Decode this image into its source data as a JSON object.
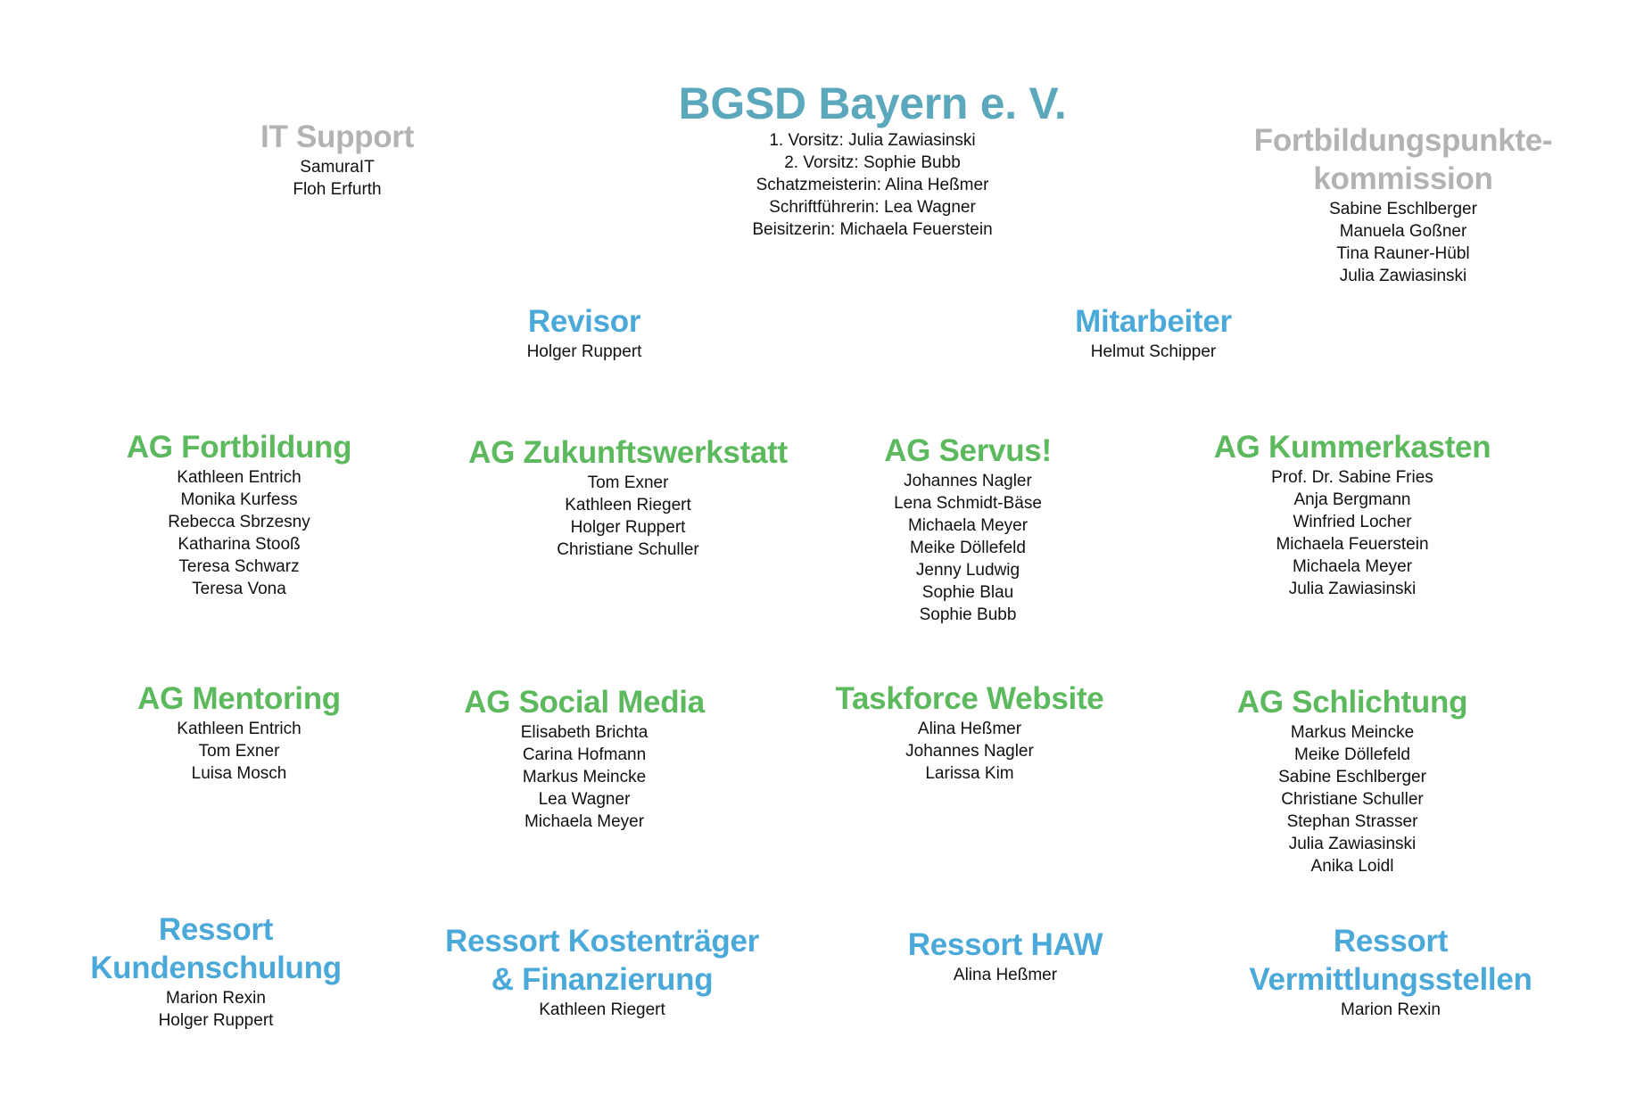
{
  "colors": {
    "teal": "#5ba8bd",
    "blue": "#4ba9d9",
    "green": "#5db95e",
    "gray": "#b3b3b3"
  },
  "groups": [
    {
      "id": "bgsd",
      "title": "BGSD Bayern e. V.",
      "color": "teal",
      "members": [
        "1. Vorsitz: Julia Zawiasinski",
        "2. Vorsitz: Sophie Bubb",
        "Schatzmeisterin: Alina Heßmer",
        "Schriftführerin: Lea Wagner",
        "Beisitzerin: Michaela Feuerstein"
      ]
    },
    {
      "id": "it-support",
      "title": "IT Support",
      "color": "gray",
      "members": [
        "SamuraIT",
        "Floh Erfurth"
      ]
    },
    {
      "id": "fortbildungspunktekommission",
      "title": "Fortbildungspunkte-\nkommission",
      "color": "gray",
      "members": [
        "Sabine Eschlberger",
        "Manuela Goßner",
        "Tina Rauner-Hübl",
        "Julia Zawiasinski"
      ]
    },
    {
      "id": "revisor",
      "title": "Revisor",
      "color": "blue",
      "members": [
        "Holger Ruppert"
      ]
    },
    {
      "id": "mitarbeiter",
      "title": "Mitarbeiter",
      "color": "blue",
      "members": [
        "Helmut Schipper"
      ]
    },
    {
      "id": "ag-fortbildung",
      "title": "AG Fortbildung",
      "color": "green",
      "members": [
        "Kathleen Entrich",
        "Monika Kurfess",
        "Rebecca Sbrzesny",
        "Katharina Stooß",
        "Teresa Schwarz",
        "Teresa Vona"
      ]
    },
    {
      "id": "ag-zukunftswerkstatt",
      "title": "AG Zukunftswerkstatt",
      "color": "green",
      "members": [
        "Tom Exner",
        "Kathleen Riegert",
        "Holger Ruppert",
        "Christiane Schuller"
      ]
    },
    {
      "id": "ag-servus",
      "title": "AG Servus!",
      "color": "green",
      "members": [
        "Johannes Nagler",
        "Lena Schmidt-Bäse",
        "Michaela Meyer",
        "Meike Döllefeld",
        "Jenny Ludwig",
        "Sophie Blau",
        "Sophie Bubb"
      ]
    },
    {
      "id": "ag-kummerkasten",
      "title": "AG Kummerkasten",
      "color": "green",
      "members": [
        "Prof. Dr. Sabine Fries",
        "Anja Bergmann",
        "Winfried Locher",
        "Michaela Feuerstein",
        "Michaela Meyer",
        "Julia Zawiasinski"
      ]
    },
    {
      "id": "ag-mentoring",
      "title": "AG Mentoring",
      "color": "green",
      "members": [
        "Kathleen Entrich",
        "Tom Exner",
        "Luisa Mosch"
      ]
    },
    {
      "id": "ag-social-media",
      "title": "AG Social Media",
      "color": "green",
      "members": [
        "Elisabeth Brichta",
        "Carina Hofmann",
        "Markus Meincke",
        "Lea Wagner",
        "Michaela Meyer"
      ]
    },
    {
      "id": "taskforce-website",
      "title": "Taskforce Website",
      "color": "green",
      "members": [
        "Alina Heßmer",
        "Johannes Nagler",
        "Larissa Kim"
      ]
    },
    {
      "id": "ag-schlichtung",
      "title": "AG Schlichtung",
      "color": "green",
      "members": [
        "Markus Meincke",
        "Meike Döllefeld",
        "Sabine Eschlberger",
        "Christiane Schuller",
        "Stephan Strasser",
        "Julia Zawiasinski",
        "Anika Loidl"
      ]
    },
    {
      "id": "ressort-kundenschulung",
      "title": "Ressort\nKundenschulung",
      "color": "blue",
      "members": [
        "Marion Rexin",
        "Holger Ruppert"
      ]
    },
    {
      "id": "ressort-kostentraeger",
      "title": "Ressort Kostenträger\n& Finanzierung",
      "color": "blue",
      "members": [
        "Kathleen Riegert"
      ]
    },
    {
      "id": "ressort-haw",
      "title": "Ressort HAW",
      "color": "blue",
      "members": [
        "Alina Heßmer"
      ]
    },
    {
      "id": "ressort-vermittlungsstellen",
      "title": "Ressort\nVermittlungsstellen",
      "color": "blue",
      "members": [
        "Marion Rexin"
      ]
    }
  ]
}
